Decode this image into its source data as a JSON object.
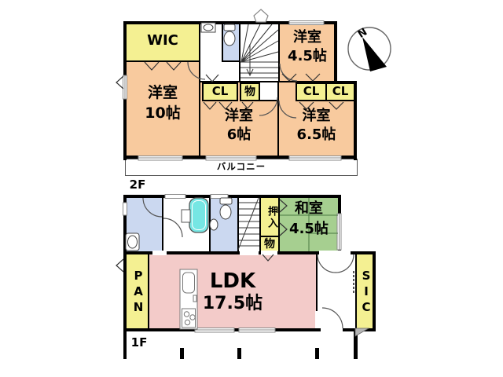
{
  "colors": {
    "room_orange": "#F8CA9E",
    "closet_yellow": "#F4F092",
    "tatami_green": "#A6CF90",
    "ldk_pink": "#F3CBC9",
    "sanitary_blue": "#CBD8F0",
    "bathtub_cyan": "#76E6E3",
    "wall_black": "#000000"
  },
  "compass": {
    "north": "N"
  },
  "floor2": {
    "label": "2F",
    "wic": "WIC",
    "bedroom_ne": {
      "name": "洋室",
      "size": "4.5帖"
    },
    "bedroom_w": {
      "name": "洋室",
      "size": "10帖"
    },
    "bedroom_c": {
      "name": "洋室",
      "size": "6帖"
    },
    "bedroom_e": {
      "name": "洋室",
      "size": "6.5帖"
    },
    "closet1": "CL",
    "closet2": "CL",
    "closet3": "CL",
    "storage": "物",
    "balcony": "バルコニー"
  },
  "floor1": {
    "label": "1F",
    "oshiire": "押入",
    "storage": "物",
    "washitsu": {
      "name": "和室",
      "size": "4.5帖"
    },
    "pantry": "PAN",
    "ldk": {
      "name": "LDK",
      "size": "17.5帖"
    },
    "sic": "SIC"
  }
}
